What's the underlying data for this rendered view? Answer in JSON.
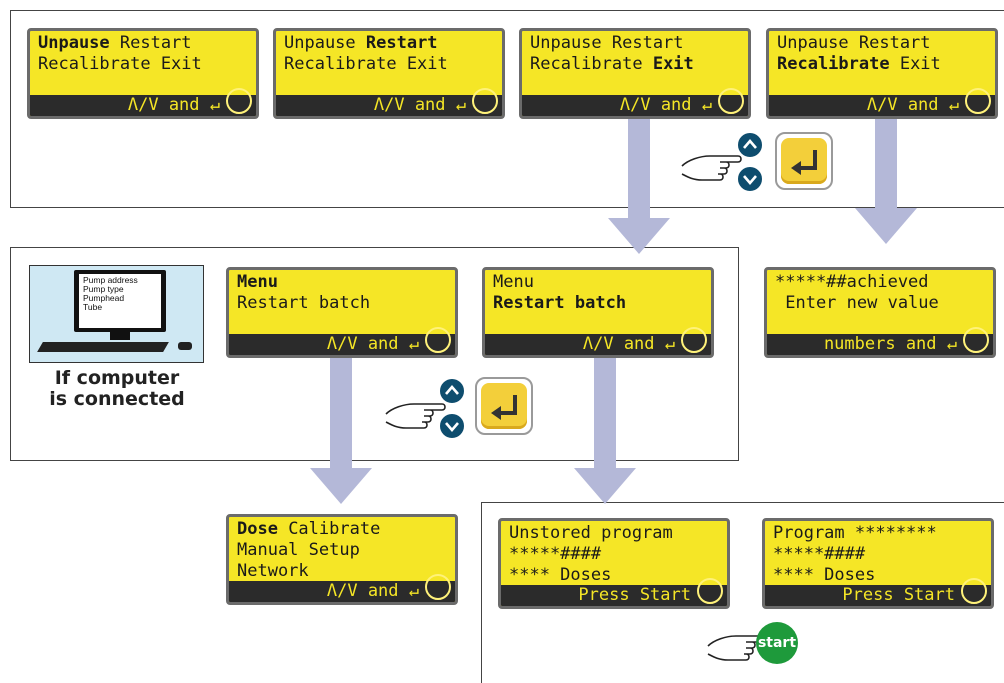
{
  "screens": {
    "s1": {
      "pre": "",
      "bold": "Unpause",
      "post": " Restart",
      "line2": "Recalibrate Exit",
      "line3": "",
      "bar": "Λ/V and ↵"
    },
    "s2": {
      "pre": "Unpause ",
      "bold": "Restart",
      "post": "",
      "line2": "Recalibrate Exit",
      "line3": "",
      "bar": "Λ/V and ↵"
    },
    "s3": {
      "line1": "Unpause Restart",
      "pre2": "Recalibrate ",
      "bold2": "Exit",
      "line3": "",
      "bar": "Λ/V and ↵"
    },
    "s4": {
      "line1": "Unpause Restart",
      "bold2": "Recalibrate",
      "post2": " Exit",
      "bar": "Λ/V and ↵"
    },
    "s5": {
      "line1": "*****##achieved",
      "line2": " Enter new value",
      "bar": "numbers and ↵"
    },
    "s6": {
      "bold": "Menu",
      "line2": "Restart batch",
      "bar": "Λ/V and ↵"
    },
    "s7": {
      "line1": "Menu",
      "bold2": "Restart batch",
      "bar": "Λ/V and ↵"
    },
    "s8": {
      "bold": "Dose",
      "post": " Calibrate",
      "line2": "Manual Setup",
      "line3": "Network",
      "bar": "Λ/V and ↵"
    },
    "s9": {
      "line1": "Unstored program",
      "line2": "*****####",
      "line3": "**** Doses",
      "bar": "Press Start"
    },
    "s10": {
      "line1": "Program ********",
      "line2": "*****####",
      "line3": "**** Doses",
      "bar": "Press Start"
    }
  },
  "computer": {
    "screen_lines": [
      "Pump address",
      "Pump type",
      "Pumphead",
      "Tube"
    ],
    "caption_line1": "If computer",
    "caption_line2": "is connected"
  },
  "start_button": {
    "label": "start"
  },
  "colors": {
    "lcd": "#f5e626",
    "bar": "#2b2b2b",
    "arrow": "#b4b8d8",
    "nav": "#0e4d6e",
    "start": "#1e9a3b"
  }
}
